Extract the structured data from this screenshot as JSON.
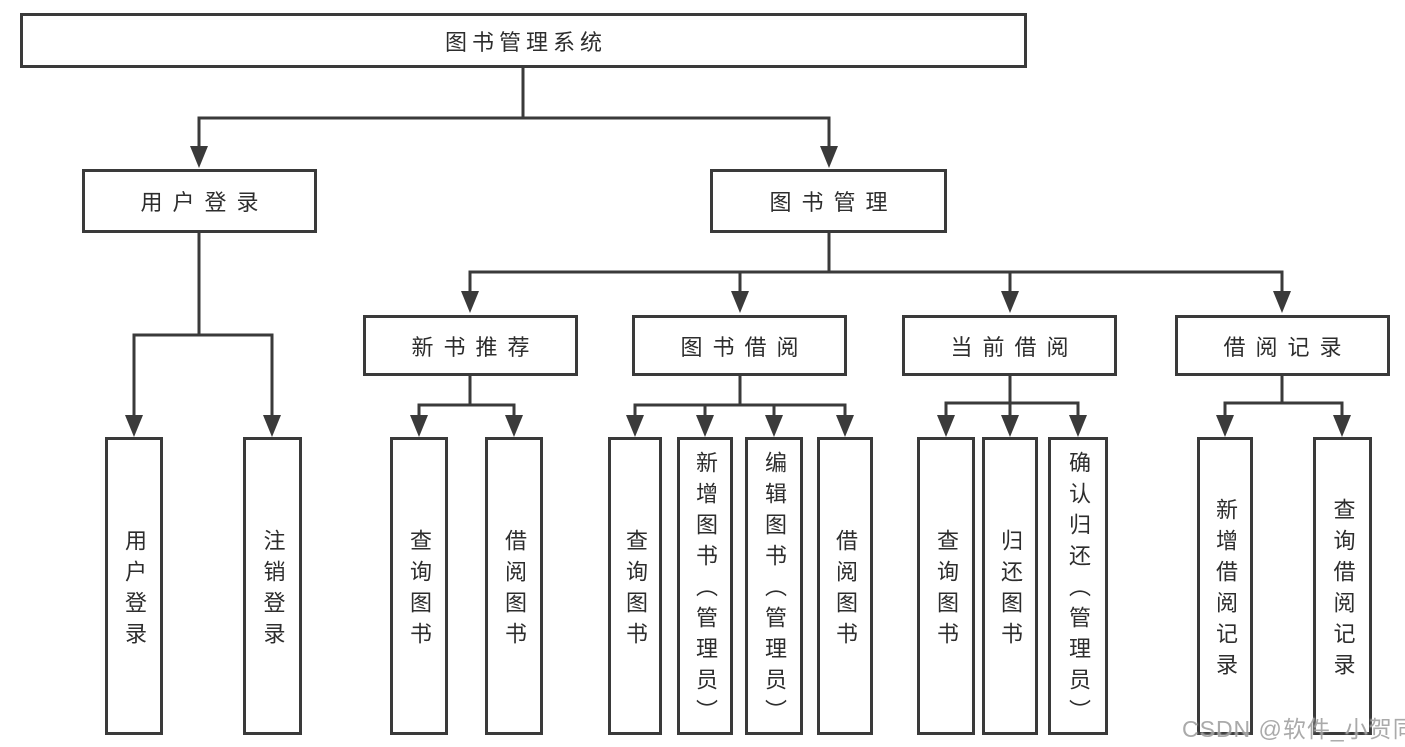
{
  "tree": {
    "label": "图书管理系统",
    "children": [
      {
        "label": "用户登录",
        "children": [
          {
            "label": "用户登录"
          },
          {
            "label": "注销登录"
          }
        ]
      },
      {
        "label": "图书管理",
        "children": [
          {
            "label": "新书推荐",
            "children": [
              {
                "label": "查询图书"
              },
              {
                "label": "借阅图书"
              }
            ]
          },
          {
            "label": "图书借阅",
            "children": [
              {
                "label": "查询图书"
              },
              {
                "label": "新增图书（管理员）"
              },
              {
                "label": "编辑图书（管理员）"
              },
              {
                "label": "借阅图书"
              }
            ]
          },
          {
            "label": "当前借阅",
            "children": [
              {
                "label": "查询图书"
              },
              {
                "label": "归还图书"
              },
              {
                "label": "确认归还（管理员）"
              }
            ]
          },
          {
            "label": "借阅记录",
            "children": [
              {
                "label": "新增借阅记录"
              },
              {
                "label": "查询借阅记录"
              }
            ]
          }
        ]
      }
    ]
  },
  "watermark": {
    "text": "CSDN @软件_小贺同学"
  },
  "colors": {
    "line": "#3a3a3a",
    "border": "#3a3a3a",
    "text": "#2d2d2d",
    "watermark": "#a3a3a3",
    "background": "#ffffff"
  }
}
